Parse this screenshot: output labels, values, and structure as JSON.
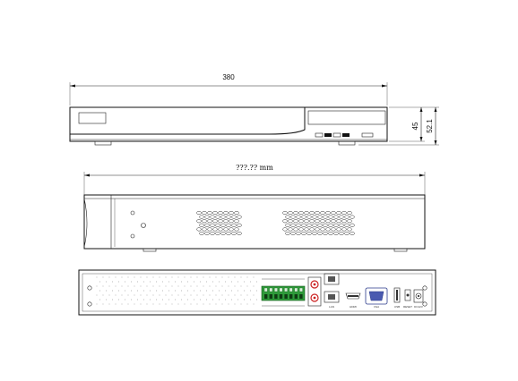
{
  "dimensions": {
    "width": "380",
    "height": "45",
    "height_with_feet": "52.1",
    "side_length": "???.?? mm"
  },
  "rear_panel_labels": {
    "lan": "LAN",
    "hdmi": "HDMI",
    "vga": "VGA",
    "usb": "USB",
    "reset": "RESET",
    "power": "DC12V"
  },
  "colors": {
    "line": "#111111",
    "terminal_green": "#2e9a3a",
    "port_red": "#cc2222"
  }
}
